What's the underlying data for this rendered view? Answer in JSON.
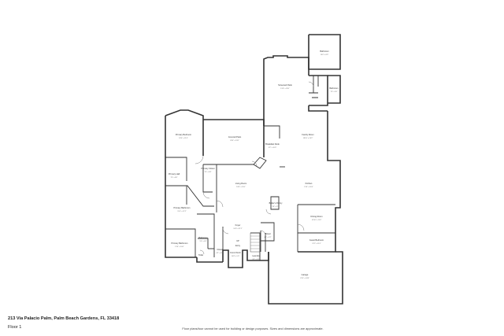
{
  "address": "213 Via Palacio Palm, Palm Beach Gardens, FL 33418",
  "floor": "Floor 1",
  "disclaimer": "Floor plans/tour cannot be used for building or design purposes. Sizes and dimensions are approximate.",
  "rooms": {
    "bathroom_top": {
      "name": "Bathroom",
      "dim": "10'0\" x 8'0\""
    },
    "screened_patio": {
      "name": "Screened Patio",
      "dim": "15'8\" x 23'0\""
    },
    "bathroom_right": {
      "name": "Bathroom",
      "dim": "7'4\" x 5'0\""
    },
    "covered_patio": {
      "name": "Covered Patio",
      "dim": "26'4\" x 13'0\""
    },
    "breakfast_nook": {
      "name": "Breakfast Nook",
      "dim": "9'2\" x 10'0\""
    },
    "family_room": {
      "name": "Family Room",
      "dim": "18'10\" x 20'2\""
    },
    "primary_bedroom": {
      "name": "Primary Bedroom",
      "dim": "18'0\" x 21'4\""
    },
    "primary_hall": {
      "name": "Primary Hall",
      "dim": "7'4\" x 8'6\""
    },
    "primary_bathroom": {
      "name": "Primary Bathroom",
      "dim": "11'4\" x 12'2\""
    },
    "living_room": {
      "name": "Living Room",
      "dim": "18'6\" x 19'0\""
    },
    "kitchen": {
      "name": "Kitchen",
      "dim": "13'4\" x 16'4\""
    },
    "primary_closet": {
      "name": "Primary Closet",
      "dim": "7'4\" x 8'4\""
    },
    "butlers_pantry": {
      "name": "Butler's Pantry",
      "dim": "5'8\" x 7'0\""
    },
    "dining_room": {
      "name": "Dining Room",
      "dim": "13'10\" x 11'4\""
    },
    "foyer": {
      "name": "Foyer",
      "dim": "14'0\" x 11'2\""
    },
    "closet_mid": {
      "name": "Closet",
      "dim": "4'0\" x 3'2\""
    },
    "bathroom_mid": {
      "name": "Bathroom",
      "dim": "5'0\" x 6'4\""
    },
    "guest_bedroom": {
      "name": "Guest Bedroom",
      "dim": "12'2\" x 11'0\""
    },
    "primary_bathroom_2": {
      "name": "Primary Bathroom",
      "dim": "13'4\" x 10'0\""
    },
    "closet_small": {
      "name": "Closet",
      "dim": "4'2\" x 2'6\""
    },
    "front_porch": {
      "name": "Front Porch",
      "dim": "10'8\" x 5'0\""
    },
    "laundry": {
      "name": "Laundry",
      "dim": "6'4\" x 5'4\""
    },
    "garage": {
      "name": "Garage",
      "dim": "22'0\" x 24'8\""
    },
    "toilet": {
      "name": "Toilet",
      "dim": ""
    },
    "up": {
      "name": "UP",
      "dim": ""
    },
    "entry": {
      "name": "Entry",
      "dim": ""
    }
  }
}
